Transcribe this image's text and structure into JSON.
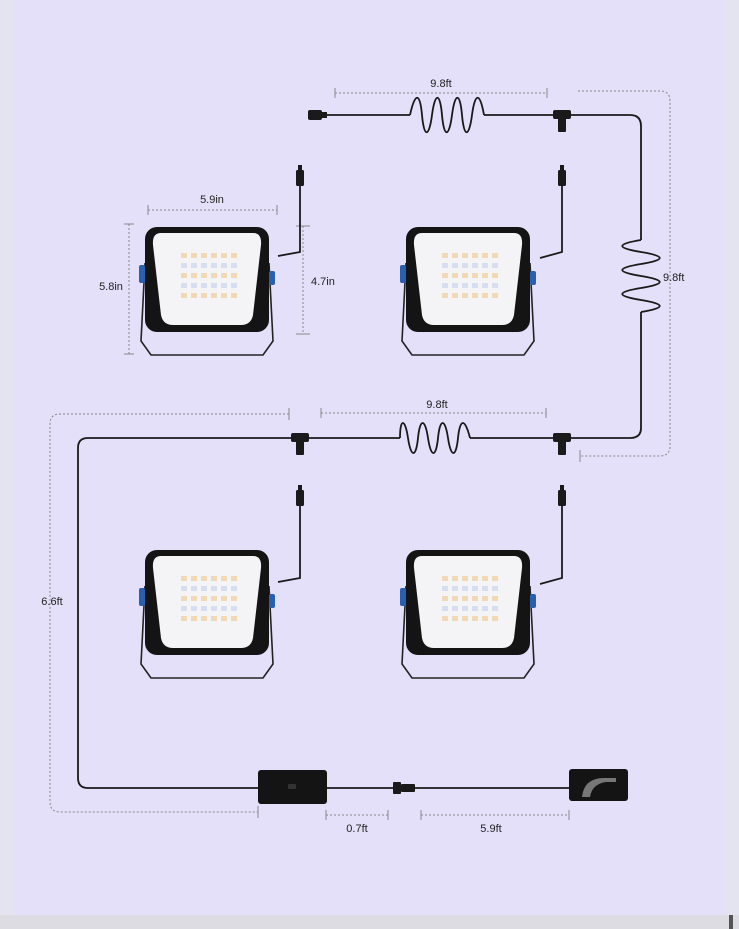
{
  "labels": {
    "top_cable": "9.8ft",
    "light_width": "5.9in",
    "light_height": "5.8in",
    "cable_side": "4.7in",
    "right_cable": "9.8ft",
    "middle_cable": "9.8ft",
    "left_cable": "6.6ft",
    "power_short": "0.7ft",
    "power_long": "5.9ft"
  },
  "colors": {
    "background": "#e4e0f9",
    "cable": "#1a1a1a",
    "dimension": "#888888",
    "lens": "#f4f4f6",
    "led_warm": "#f0d9b4",
    "led_cool": "#d7def0",
    "knob": "#2a5fb0"
  },
  "icons": {
    "lights": "floodlight-icon",
    "connector": "t-connector-icon",
    "controller": "controller-box-icon",
    "adapter": "power-adapter-icon"
  }
}
